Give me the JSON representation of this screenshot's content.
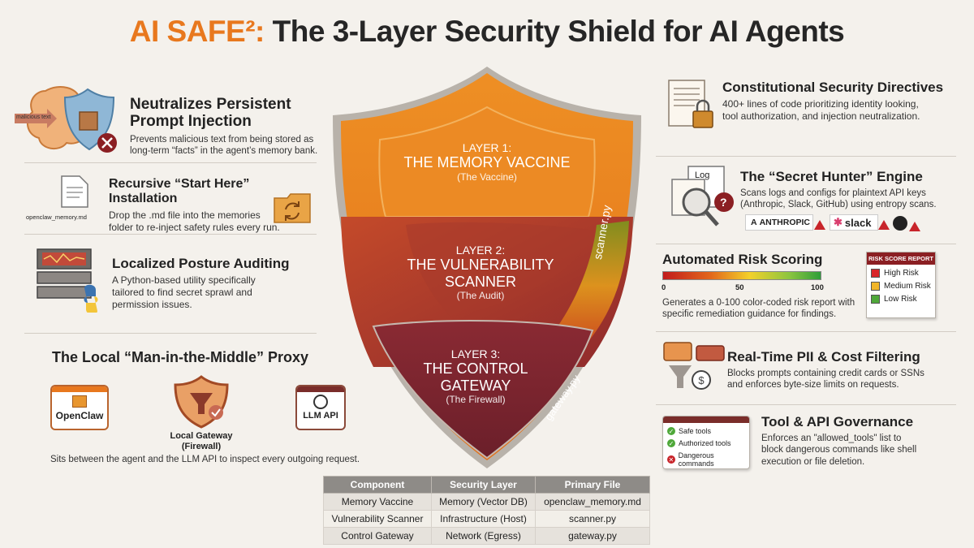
{
  "title": {
    "accent": "AI SAFE²:",
    "rest": " The 3-Layer Security Shield for AI Agents"
  },
  "colors": {
    "orange": "#e8781e",
    "memory_layer": "#e98a22",
    "scanner_layer": "#a9352c",
    "gateway_layer": "#7b2430",
    "dark_red": "#8b1f23"
  },
  "shield": {
    "layer1": {
      "label": "LAYER 1:",
      "name": "THE MEMORY VACCINE",
      "sub": "(The Vaccine)"
    },
    "layer2": {
      "label": "LAYER 2:",
      "name1": "THE VULNERABILITY",
      "name2": "SCANNER",
      "sub": "(The Audit)",
      "file": "scanner.py"
    },
    "layer3": {
      "label": "LAYER 3:",
      "name1": "THE CONTROL",
      "name2": "GATEWAY",
      "sub": "(The Firewall)",
      "file": "gateway.py"
    }
  },
  "left": {
    "injection": {
      "tag": "malicious text",
      "title1": "Neutralizes Persistent",
      "title2": "Prompt Injection",
      "desc1": "Prevents malicious text from being stored as",
      "desc2": "long-term “facts” in the agent’s memory bank."
    },
    "install": {
      "file": "openclaw_memory.md",
      "title": "Recursive “Start Here” Installation",
      "desc1": "Drop the .md file into the memories",
      "desc2": "folder to re-inject safety rules every run."
    },
    "audit": {
      "title": "Localized Posture Auditing",
      "desc1": "A Python-based utility specifically",
      "desc2": "tailored to find secret sprawl and",
      "desc3": "permission issues."
    },
    "proxy": {
      "title": "The Local “Man-in-the-Middle” Proxy",
      "n1": "OpenClaw",
      "n2a": "Local Gateway",
      "n2b": "(Firewall)",
      "n3": "LLM API",
      "desc": "Sits between the agent and the LLM API to inspect every outgoing request."
    }
  },
  "right": {
    "directives": {
      "title": "Constitutional Security Directives",
      "desc1": "400+ lines of code prioritizing identity looking,",
      "desc2": "tool authorization, and injection neutralization."
    },
    "hunter": {
      "log": "Log",
      "title": "The “Secret Hunter” Engine",
      "desc1": "Scans logs and configs for plaintext API keys",
      "desc2": "(Anthropic, Slack, GitHub) using entropy scans.",
      "anthropic": "ANTHROPIC",
      "slack": "slack"
    },
    "risk": {
      "title": "Automated Risk Scoring",
      "t0": "0",
      "t50": "50",
      "t100": "100",
      "desc1": "Generates a 0-100 color-coded risk report with",
      "desc2": "specific remediation guidance for findings.",
      "report_title": "RISK SCORE REPORT",
      "high": "High Risk",
      "medium": "Medium Risk",
      "low": "Low Risk"
    },
    "pii": {
      "title": "Real-Time PII & Cost Filtering",
      "desc1": "Blocks prompts containing credit cards or SSNs",
      "desc2": "and enforces byte-size limits on requests."
    },
    "tools": {
      "title": "Tool & API Governance",
      "desc1": "Enforces an \"allowed_tools\" list to",
      "desc2": "block dangerous commands like shell",
      "desc3": "execution or file deletion.",
      "safe": "Safe tools",
      "authorized": "Authorized tools",
      "dangerous": "Dangerous commands"
    }
  },
  "table": {
    "headers": [
      "Component",
      "Security Layer",
      "Primary File"
    ],
    "rows": [
      [
        "Memory Vaccine",
        "Memory (Vector DB)",
        "openclaw_memory.md"
      ],
      [
        "Vulnerability Scanner",
        "Infrastructure (Host)",
        "scanner.py"
      ],
      [
        "Control Gateway",
        "Network (Egress)",
        "gateway.py"
      ]
    ]
  }
}
